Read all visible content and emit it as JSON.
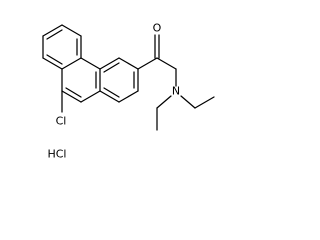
{
  "structure": {
    "atoms": {
      "chlorine": "Cl",
      "oxygen": "O",
      "nitrogen": "N"
    },
    "salt": "HCl"
  }
}
